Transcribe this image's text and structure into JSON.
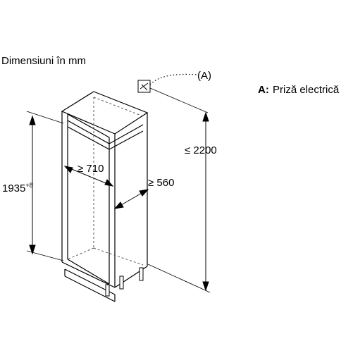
{
  "title": "Dimensiuni în mm",
  "callout": {
    "marker": "A",
    "marker_label": "(A)",
    "legend_key": "A:",
    "legend_text": "Priză electrică"
  },
  "dimensions": {
    "height_max": "≤ 2200",
    "niche_height": "1935",
    "niche_height_tolerance": "+8",
    "niche_width": "≥ 560",
    "niche_depth": "≥ 710"
  },
  "colors": {
    "line": "#000000",
    "hidden_line": "#555555",
    "background": "#ffffff"
  }
}
